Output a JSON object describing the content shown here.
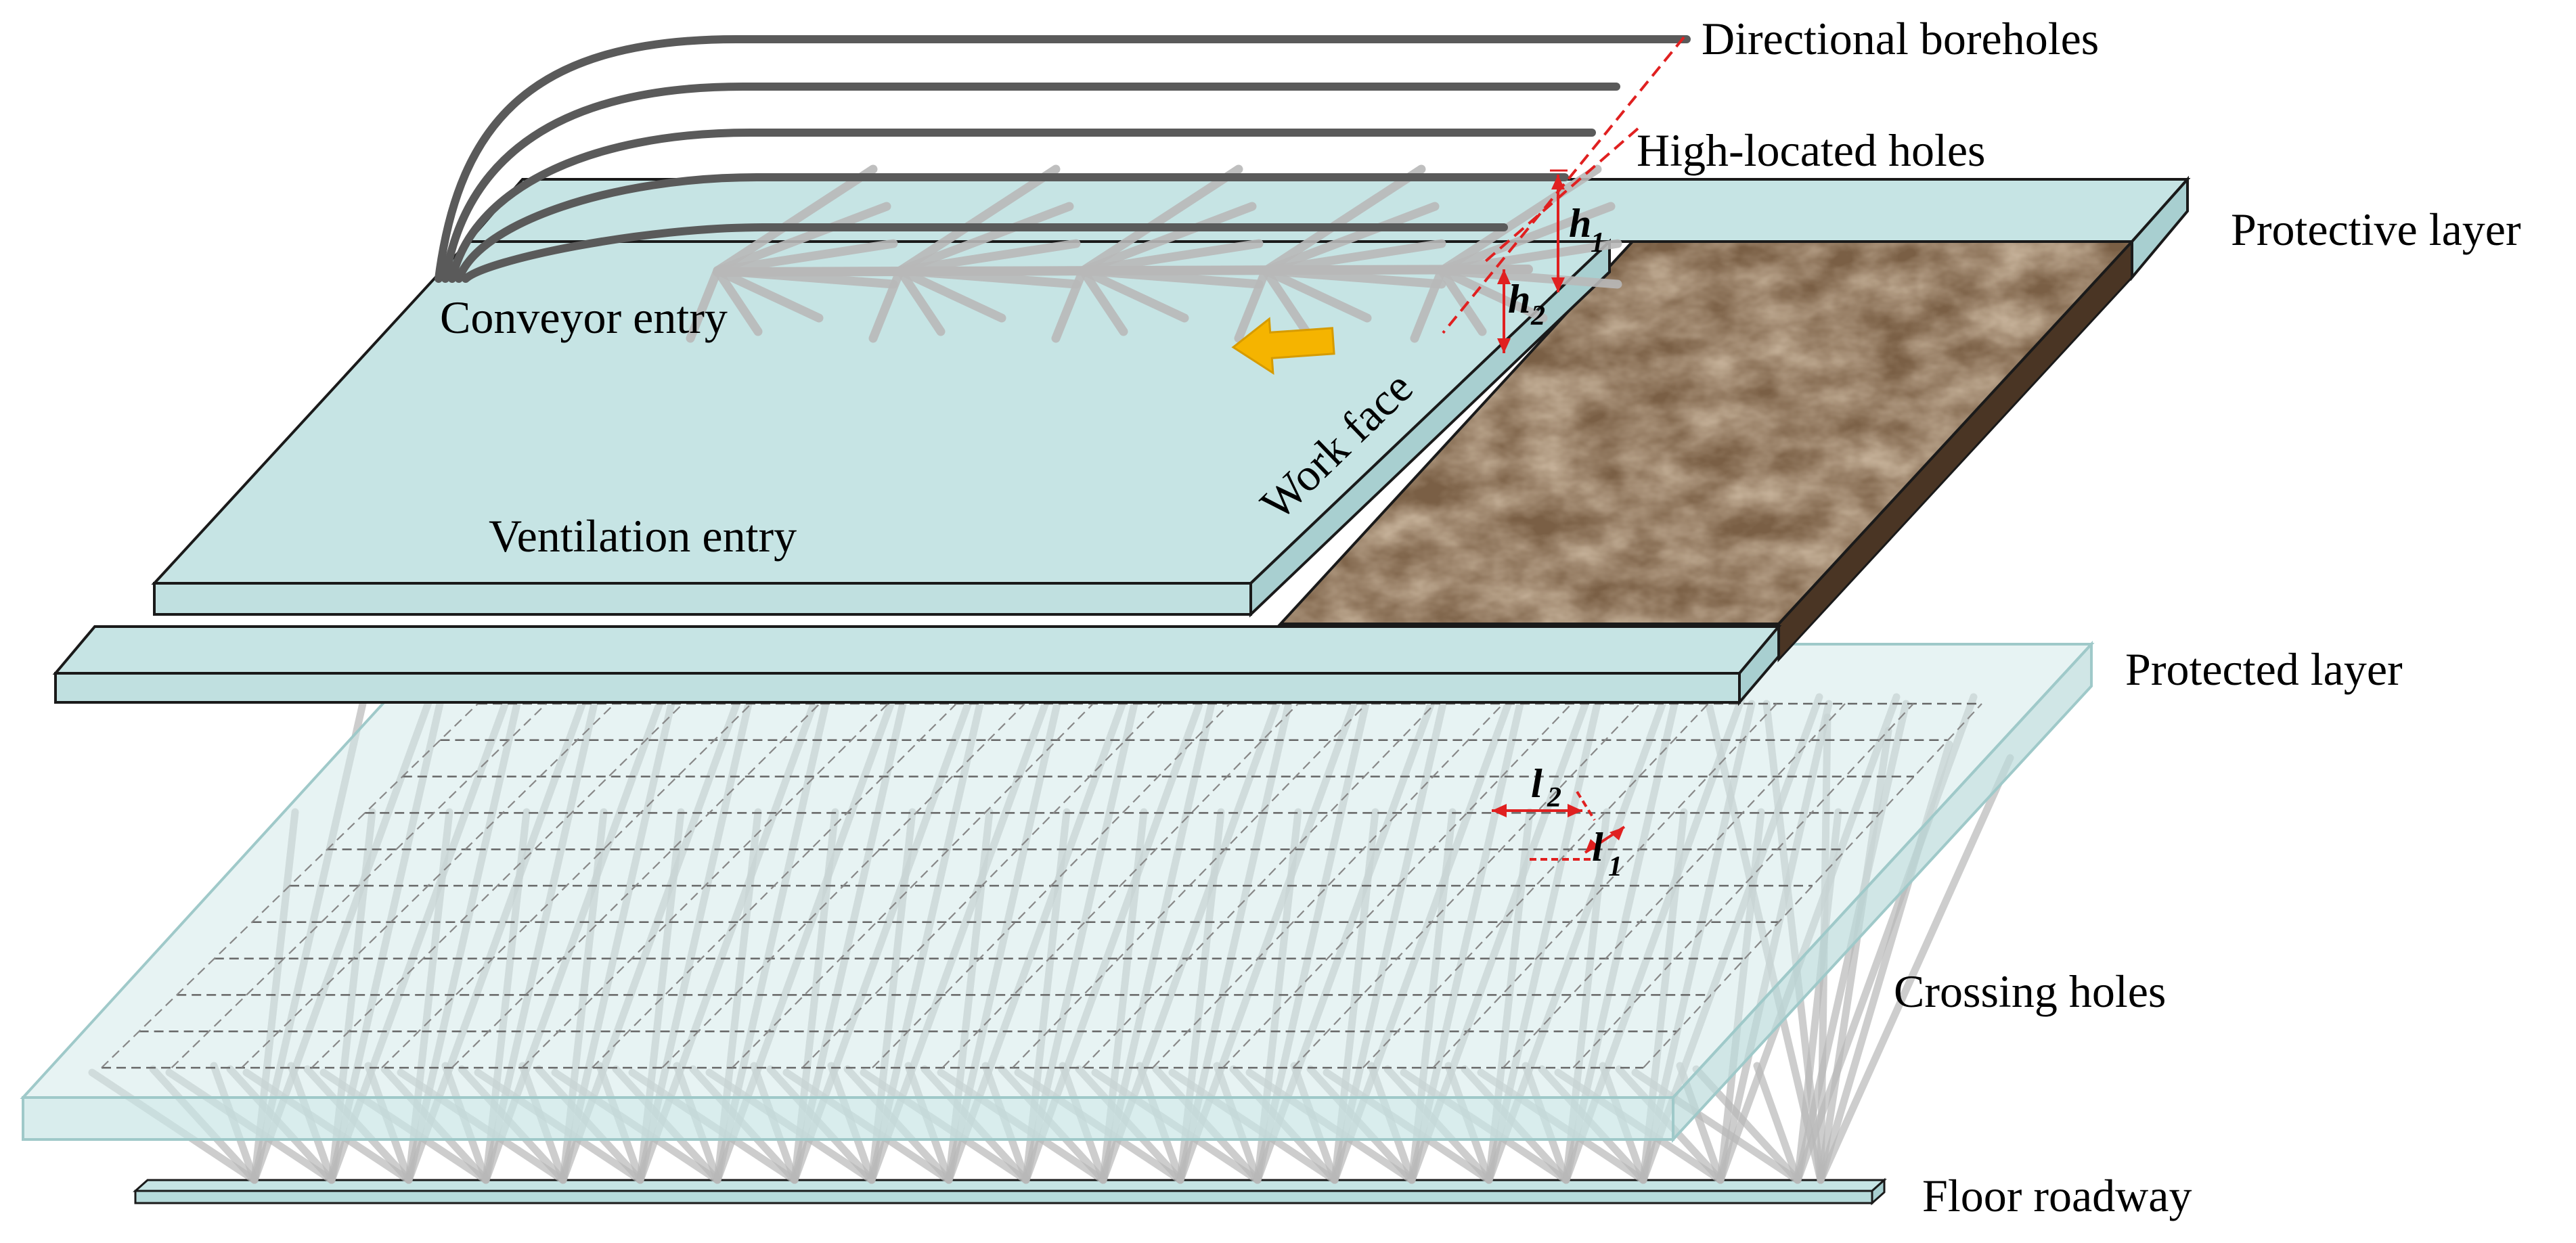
{
  "labels": {
    "directional_boreholes": "Directional boreholes",
    "high_located_holes": "High-located holes",
    "protective_layer": "Protective layer",
    "conveyor_entry": "Conveyor entry",
    "work_face": "Work face",
    "ventilation_entry": "Ventilation entry",
    "protected_layer": "Protected layer",
    "crossing_holes": "Crossing holes",
    "floor_roadway": "Floor roadway"
  },
  "dimensions": {
    "h1": {
      "symbol": "h",
      "sub": "1"
    },
    "h2": {
      "symbol": "h",
      "sub": "2"
    },
    "l1": {
      "symbol": "l",
      "sub": "1"
    },
    "l2": {
      "symbol": "l",
      "sub": "2"
    }
  },
  "colors": {
    "layer_fill": "#c6e4e4",
    "layer_edge": "#a8cfd0",
    "protected_fill": "#d3eaea",
    "coal_light": "#8a6e52",
    "coal_dark": "#4a3524",
    "borehole": "#5a5a5a",
    "hole_light": "#b8b8b8",
    "dimension_red": "#e02020",
    "advance_arrow": "#f5b400"
  },
  "icons": {
    "advance_direction": "left-arrow-icon"
  }
}
